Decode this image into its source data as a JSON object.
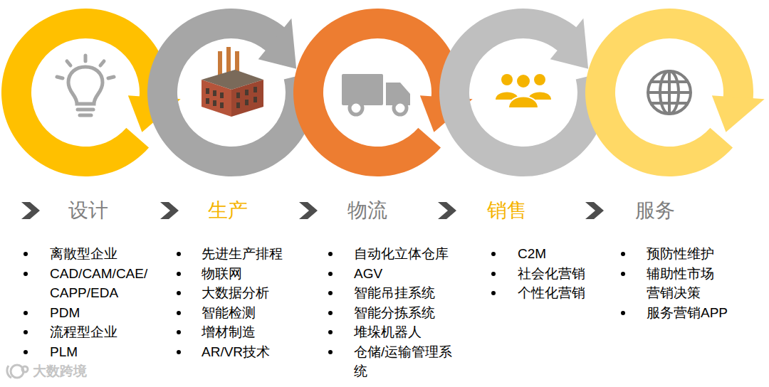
{
  "diagram": {
    "labels": [
      "设计",
      "离散型企业",
      "CAD/CAM/CAE/ CAPP/EDA",
      "PDM",
      "流程型企业",
      "PLM",
      "生产",
      "先进生产排程",
      "物联网",
      "大数据分析",
      "智能检测",
      "增材制造",
      "AR/VR技术",
      "物流",
      "自动化立体仓库",
      "AGV",
      "智能吊挂系统",
      "智能分拣系统",
      "堆垛机器人",
      "仓储/运输管理系 统",
      "销售",
      "C2M",
      "社会化营销",
      "个性化营销",
      "服务",
      "预防性维护",
      "辅助性市场 营销决策",
      "服务营销APP",
      "大数跨境"
    ]
  }
}
